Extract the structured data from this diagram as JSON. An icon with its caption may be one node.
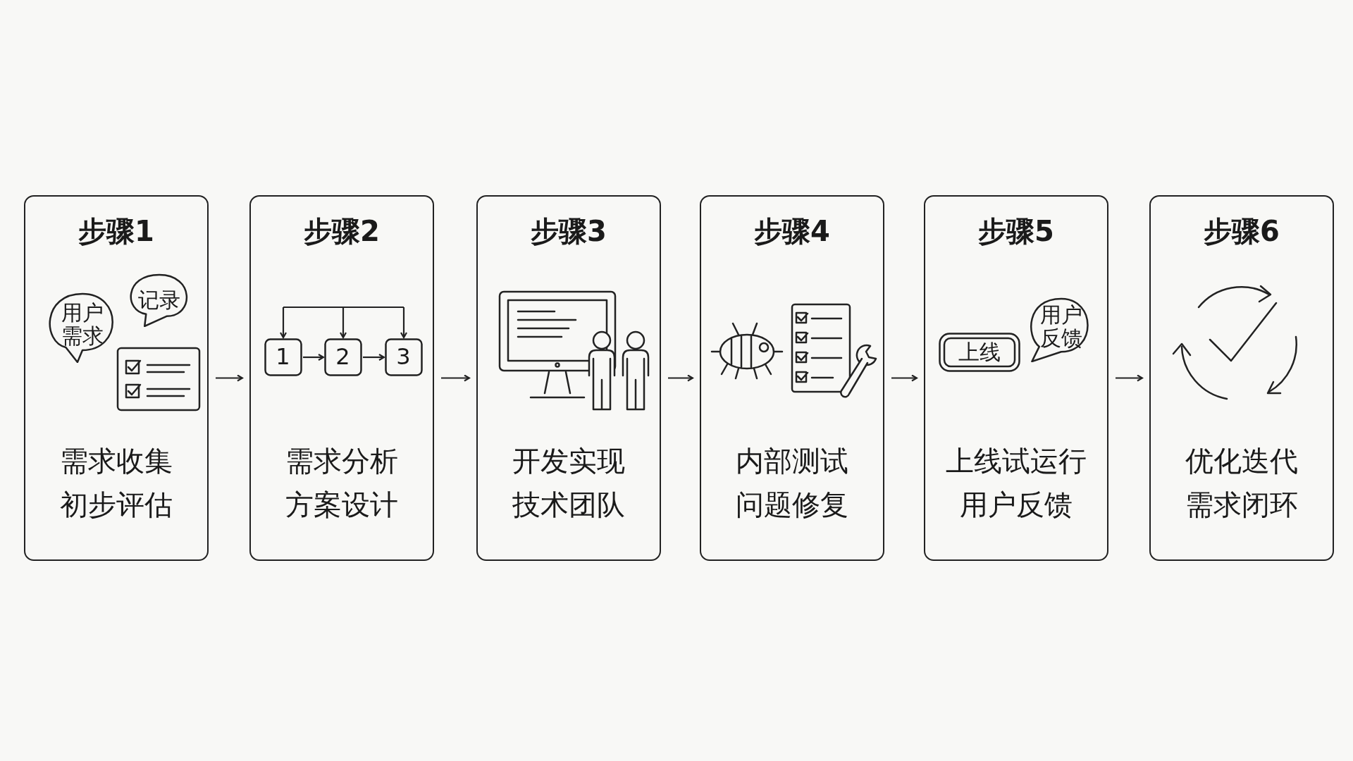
{
  "diagram": {
    "nodes": [
      {
        "text": [
          "步骤1",
          "需求收集",
          "初步评估"
        ]
      },
      {
        "text": [
          "用户需求"
        ],
        "in": 0
      },
      {
        "text": [
          "记录"
        ],
        "in": 0
      },
      {
        "text": [
          "步骤2",
          "需求分析",
          "方案设计"
        ]
      },
      {
        "text": [
          "1"
        ],
        "in": 3
      },
      {
        "text": [
          "2"
        ],
        "in": 3
      },
      {
        "text": [
          "3"
        ],
        "in": 3
      },
      {
        "text": [
          "步骤3",
          "开发实现",
          "技术团队"
        ]
      },
      {
        "text": [
          "步骤4",
          "内部测试",
          "问题修复"
        ]
      },
      {
        "text": [
          "步骤5",
          "上线试运行",
          "用户反馈"
        ]
      },
      {
        "text": [
          "上线"
        ],
        "in": 9
      },
      {
        "text": [
          "用户反馈"
        ],
        "in": 9
      },
      {
        "text": [
          "步骤6",
          "优化迭代",
          "需求闭环"
        ]
      }
    ],
    "edges": [
      {
        "from": 0,
        "to": 3,
        "arrow": "to"
      },
      {
        "from": 3,
        "to": 7,
        "arrow": "to"
      },
      {
        "from": 7,
        "to": 8,
        "arrow": "to"
      },
      {
        "from": 8,
        "to": 9,
        "arrow": "to"
      },
      {
        "from": 9,
        "to": 12,
        "arrow": "to"
      },
      {
        "from": 4,
        "to": 5,
        "arrow": "to"
      },
      {
        "from": 5,
        "to": 6,
        "arrow": "to"
      },
      {
        "from": null,
        "to": 4,
        "arrow": "to"
      },
      {
        "from": null,
        "to": 5,
        "arrow": "to"
      },
      {
        "from": null,
        "to": 6,
        "arrow": "to"
      }
    ]
  }
}
